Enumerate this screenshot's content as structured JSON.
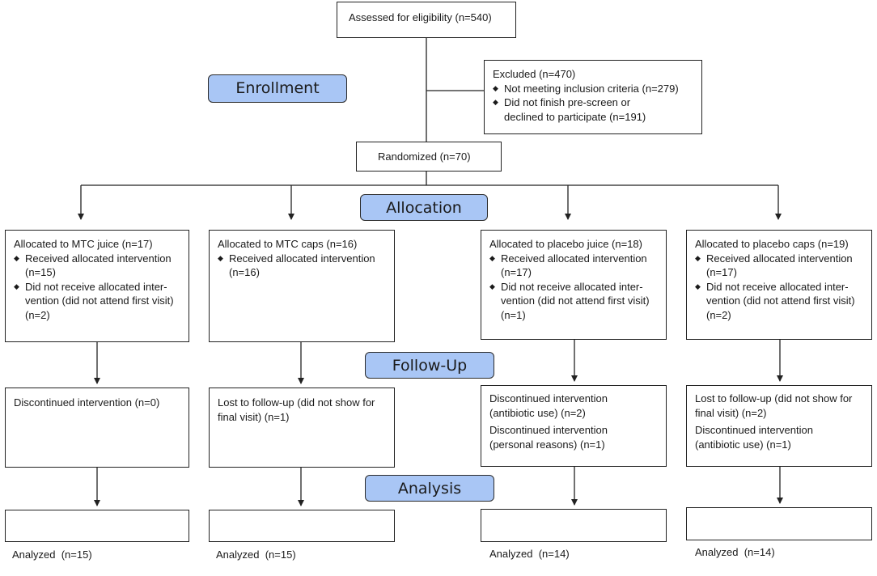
{
  "stages": {
    "enrollment": "Enrollment",
    "allocation": "Allocation",
    "follow_up": "Follow-Up",
    "analysis": "Analysis"
  },
  "assessed": "Assessed for eligibility (n=540)",
  "excluded": {
    "title": "Excluded (n=470)",
    "items": [
      "Not meeting inclusion criteria (n=279)",
      "Did not finish pre-screen or declined to participate (n=191)"
    ]
  },
  "randomized": "Randomized (n=70)",
  "arms": [
    {
      "allocated": "Allocated to MTC juice (n=17)",
      "received": "Received allocated intervention (n=15)",
      "not_received": "Did not receive allocated inter-vention (did not attend first visit) (n=2)",
      "followup": [
        "Discontinued intervention (n=0)"
      ],
      "analyzed": "Analyzed  (n=15)"
    },
    {
      "allocated": "Allocated to MTC caps (n=16)",
      "received": "Received allocated intervention (n=16)",
      "not_received": "",
      "followup": [
        "Lost to follow-up (did not show for final visit) (n=1)"
      ],
      "analyzed": "Analyzed  (n=15)"
    },
    {
      "allocated": "Allocated to placebo juice (n=18)",
      "received": "Received allocated intervention (n=17)",
      "not_received": "Did not receive allocated inter-vention (did not attend first visit) (n=1)",
      "followup": [
        "Discontinued intervention (antibiotic use) (n=2)",
        "Discontinued intervention (personal reasons) (n=1)"
      ],
      "analyzed": "Analyzed  (n=14)"
    },
    {
      "allocated": "Allocated to placebo caps (n=19)",
      "received": "Received allocated intervention (n=17)",
      "not_received": "Did not receive allocated inter-vention (did not attend first visit) (n=2)",
      "followup": [
        "Lost to follow-up (did not show for final visit) (n=2)",
        "Discontinued intervention (antibiotic use) (n=1)"
      ],
      "analyzed": "Analyzed  (n=14)"
    }
  ]
}
